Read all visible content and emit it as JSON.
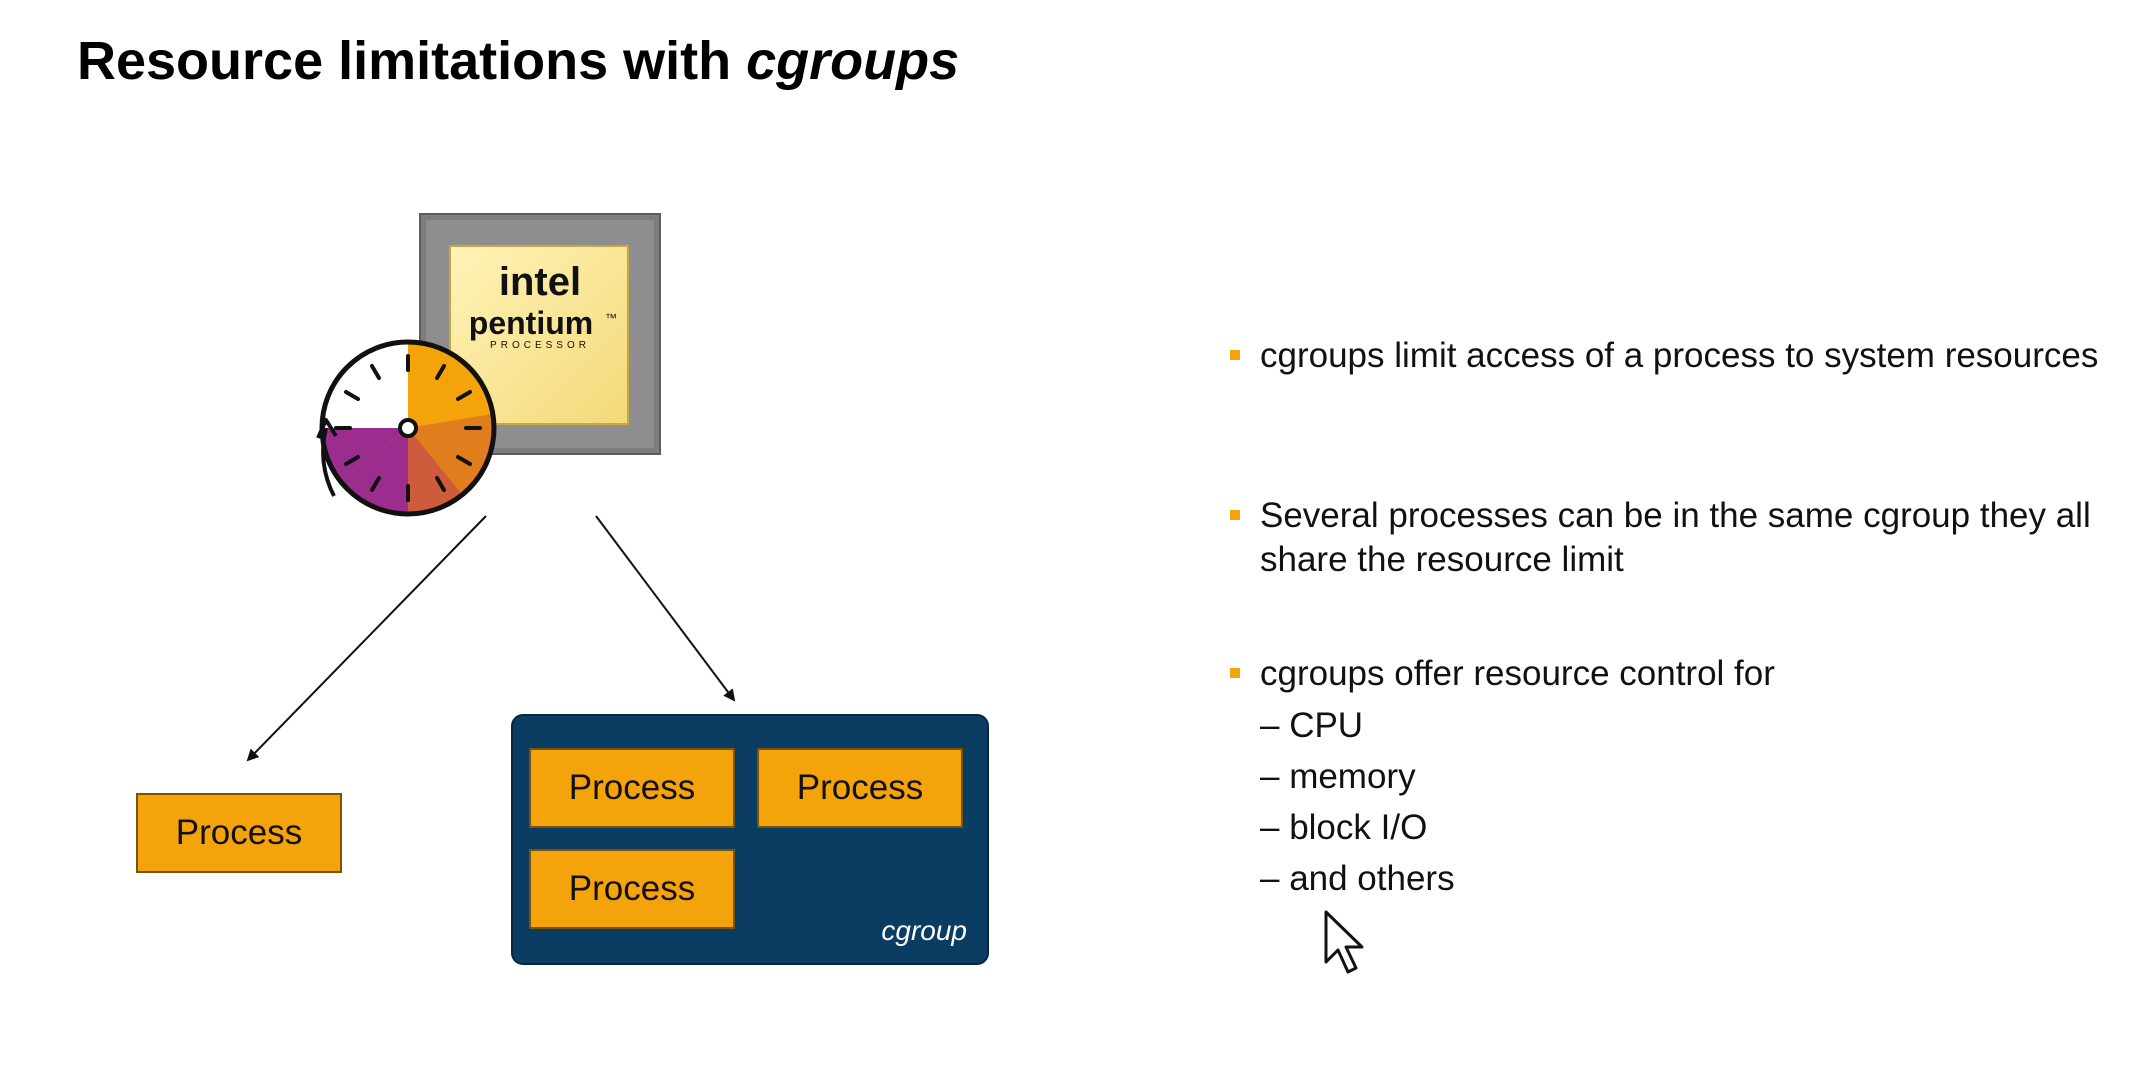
{
  "slide": {
    "title_prefix": "Resource limitations with ",
    "title_italic": "cgroups"
  },
  "cpu_image": {
    "brand": "intel",
    "product": "pentium",
    "tm": "™",
    "subtitle": "PROCESSOR"
  },
  "diagram": {
    "single_process_label": "Process",
    "cgroup_processes": [
      "Process",
      "Process",
      "Process"
    ],
    "cgroup_label": "cgroup"
  },
  "bullets": {
    "items": [
      "cgroups limit access of a process to system resources",
      "Several processes can be in the same cgroup they all share the resource limit",
      "cgroups offer resource control for"
    ],
    "subitems": [
      "– CPU",
      "– memory",
      "– block I/O",
      "– and others"
    ]
  },
  "colors": {
    "accent_orange": "#f5a30a",
    "cgroup_blue": "#0b3d62",
    "purple": "#9b2d8f"
  }
}
